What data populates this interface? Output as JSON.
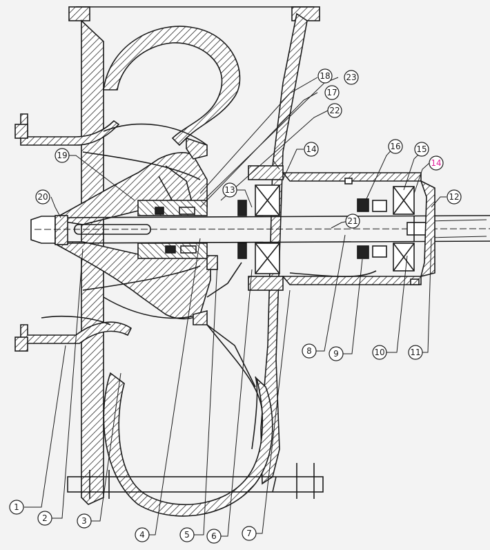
{
  "colors": {
    "background": "#f3f3f3",
    "line": "#1a1a1a",
    "hatch": "#2a2a2a",
    "highlight_label": "#e0219a"
  },
  "callouts": {
    "c1": "1",
    "c2": "2",
    "c3": "3",
    "c4": "4",
    "c5": "5",
    "c6": "6",
    "c7": "7",
    "c8": "8",
    "c9": "9",
    "c10": "10",
    "c11": "11",
    "c12": "12",
    "c13": "13",
    "c14a": "14",
    "c14b": "14",
    "c15": "15",
    "c16": "16",
    "c17": "17",
    "c18": "18",
    "c19": "19",
    "c20": "20",
    "c21": "21",
    "c22": "22",
    "c23": "23"
  }
}
